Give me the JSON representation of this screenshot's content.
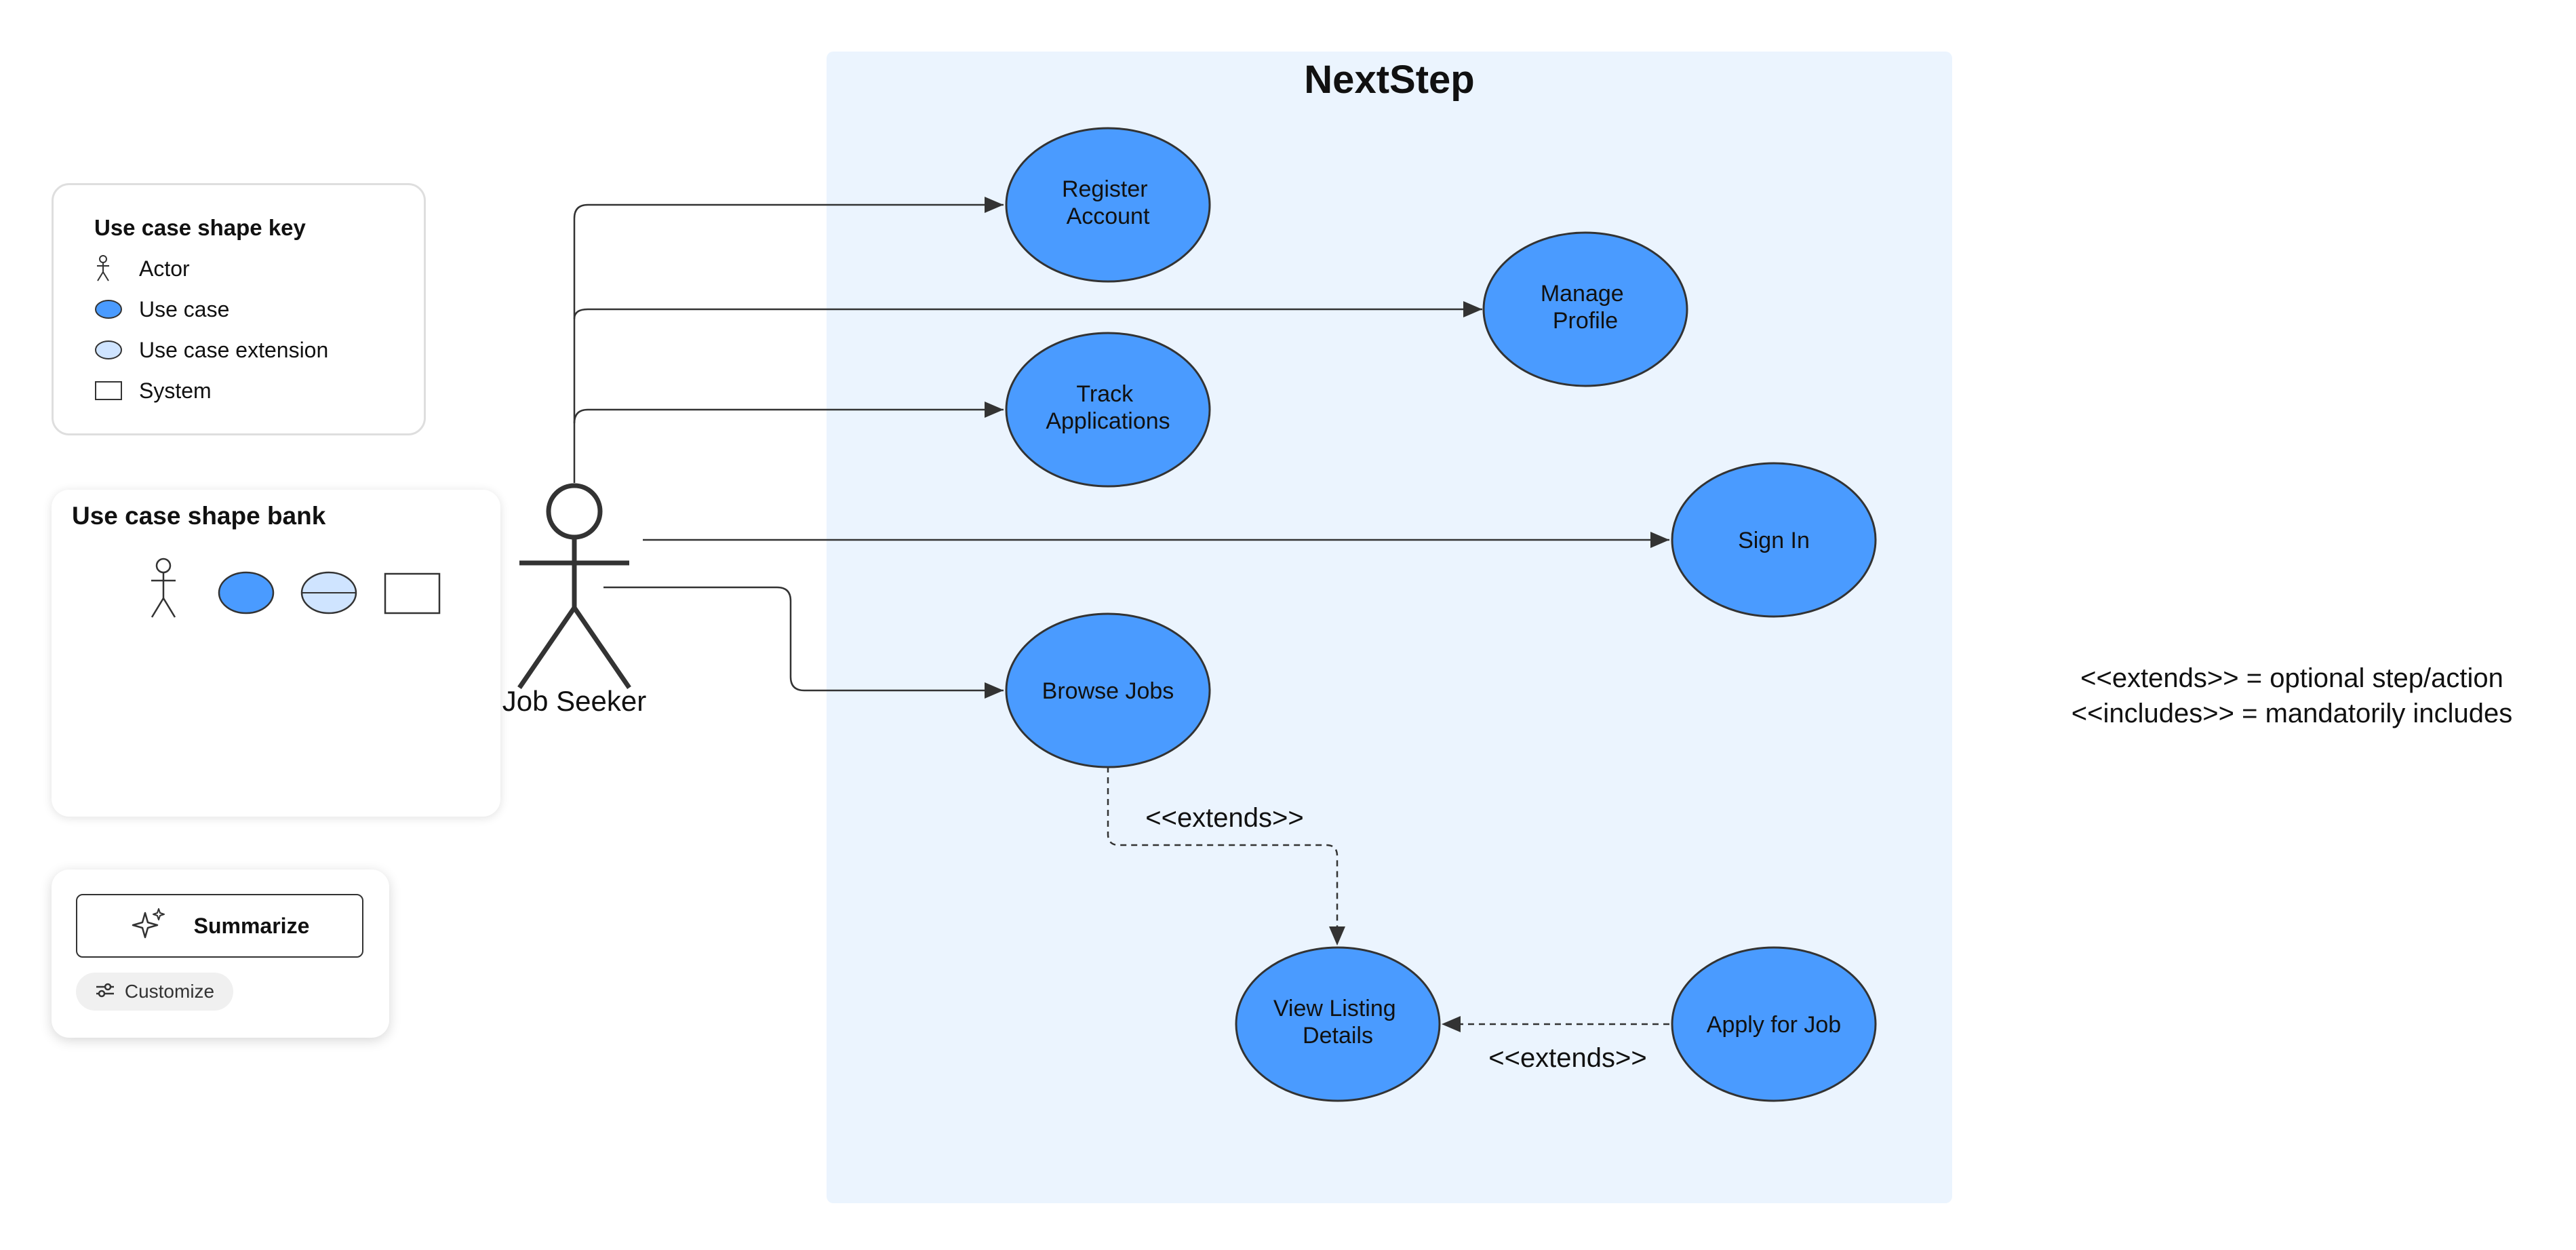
{
  "system": {
    "name": "NextStep"
  },
  "actor": {
    "name": "Job Seeker"
  },
  "use_cases": {
    "register_account": [
      "Register",
      "Account"
    ],
    "manage_profile": [
      "Manage",
      "Profile"
    ],
    "track_applications": [
      "Track",
      "Applications"
    ],
    "sign_in": [
      "Sign In"
    ],
    "browse_jobs": [
      "Browse Jobs"
    ],
    "view_listing_details": [
      "View Listing",
      "Details"
    ],
    "apply_for_job": [
      "Apply for Job"
    ]
  },
  "relations": {
    "browse_to_view_label": "<<extends>>",
    "apply_to_view_label": "<<extends>>"
  },
  "legend_note": {
    "line1": "<<extends>> = optional step/action",
    "line2": "<<includes>> = mandatorily includes"
  },
  "shape_key": {
    "title": "Use case shape key",
    "items": [
      {
        "label": "Actor",
        "icon": "actor-icon"
      },
      {
        "label": "Use case",
        "icon": "use-case-icon"
      },
      {
        "label": "Use case extension",
        "icon": "use-case-extension-icon"
      },
      {
        "label": "System",
        "icon": "system-icon"
      }
    ]
  },
  "shape_bank": {
    "title": "Use case shape bank"
  },
  "actions": {
    "summarize_label": "Summarize",
    "customize_label": "Customize"
  },
  "colors": {
    "system_fill": "#ebf4fe",
    "use_case_fill": "#4a9bff",
    "use_case_extension_fill": "#cfe4ff",
    "stroke": "#333333"
  }
}
